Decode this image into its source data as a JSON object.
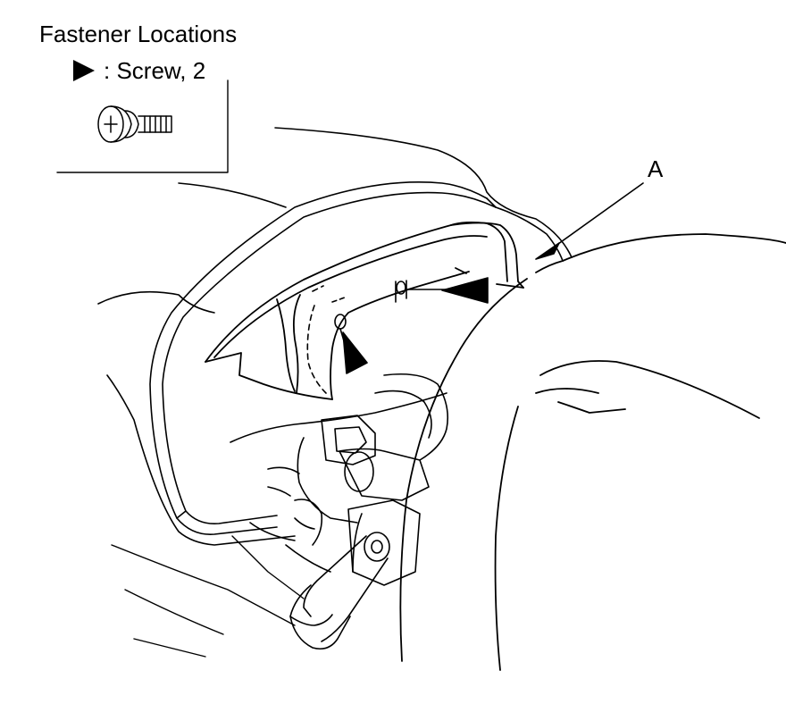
{
  "legend": {
    "title": "Fastener Locations",
    "items": [
      {
        "marker_icon": "filled-arrowhead-icon",
        "label": ": Screw, 2"
      }
    ]
  },
  "callouts": [
    {
      "id": "A"
    }
  ],
  "colors": {
    "line": "#000000",
    "background": "#ffffff"
  }
}
